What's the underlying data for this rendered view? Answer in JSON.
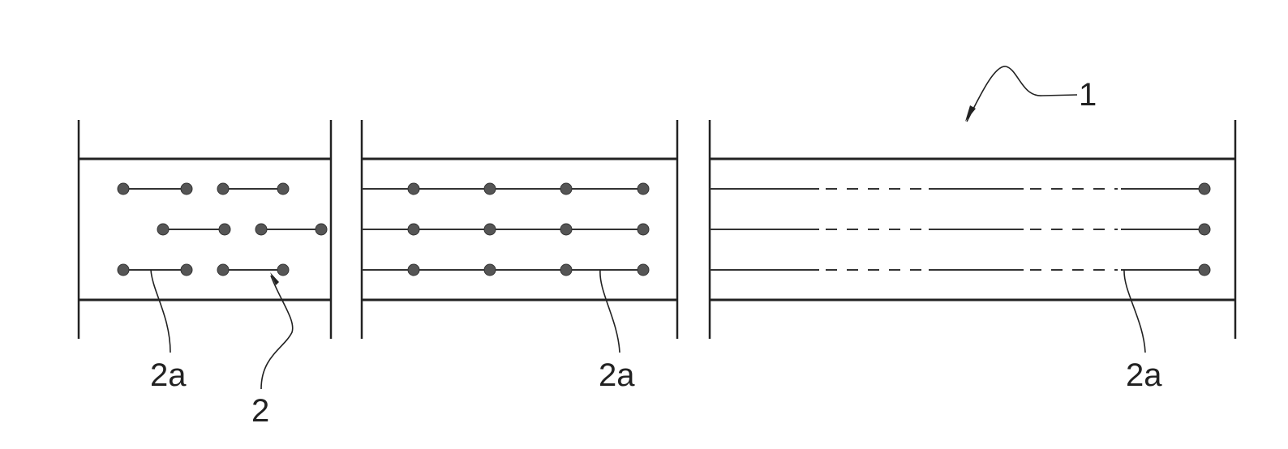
{
  "figure": {
    "labels": {
      "ref_1": "1",
      "ref_2": "2",
      "ref_2a_left": "2a",
      "ref_2a_middle": "2a",
      "ref_2a_right": "2a"
    },
    "colors": {
      "ink": "#222222",
      "dot": "#555555",
      "background": "#ffffff"
    }
  }
}
